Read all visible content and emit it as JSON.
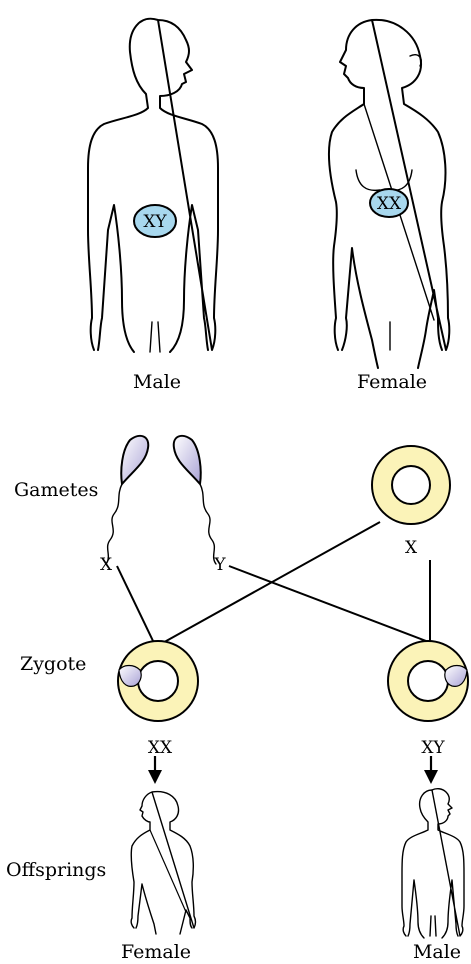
{
  "parents": {
    "male_label": "Male",
    "female_label": "Female",
    "male_chromosomes": "XY",
    "female_chromosomes": "XX"
  },
  "gametes": {
    "label": "Gametes",
    "sperm_x": "X",
    "sperm_y": "Y",
    "egg_x": "X"
  },
  "zygote": {
    "label": "Zygote",
    "left_genotype": "XX",
    "right_genotype": "XY"
  },
  "offsprings": {
    "label": "Offsprings",
    "left_label": "Female",
    "right_label": "Male"
  },
  "colors": {
    "chromosome_fill": "#a8d8ee",
    "egg_fill": "#fbf3b8",
    "sperm_fill": "#b4b0dc"
  }
}
